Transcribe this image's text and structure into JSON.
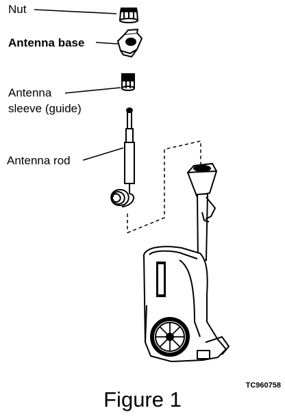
{
  "labels": {
    "nut": "Nut",
    "antenna_base": "Antenna base",
    "antenna_sleeve_line1": "Antenna",
    "antenna_sleeve_line2": "sleeve (guide)",
    "antenna_rod": "Antenna rod"
  },
  "figure_code": "TC960758",
  "caption": "Figure 1"
}
